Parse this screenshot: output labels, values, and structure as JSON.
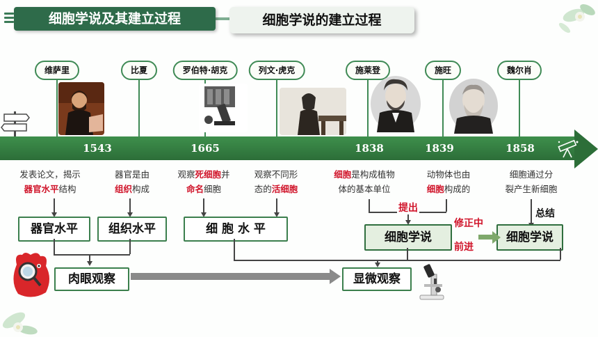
{
  "header": {
    "section_title": "细胞学说及其建立过程",
    "subtitle": "细胞学说的建立过程"
  },
  "scientists": [
    {
      "name": "维萨里",
      "year": "1543"
    },
    {
      "name": "比夏",
      "year": ""
    },
    {
      "name": "罗伯特·胡克",
      "year": "1665"
    },
    {
      "name": "列文·虎克",
      "year": ""
    },
    {
      "name": "施莱登",
      "year": "1838"
    },
    {
      "name": "施旺",
      "year": "1839"
    },
    {
      "name": "魏尔肖",
      "year": "1858"
    }
  ],
  "descriptions": {
    "d1": {
      "line1": "发表论文，揭示",
      "line2_red": "器官水平",
      "line2_rest": "结构"
    },
    "d2": {
      "line1": "器官是由",
      "line2_red": "组织",
      "line2_rest": "构成"
    },
    "d3": {
      "line1_pre": "观察",
      "line1_red": "死细胞",
      "line1_post": "并",
      "line2_red": "命名",
      "line2_rest": "细胞"
    },
    "d4": {
      "line1": "观察不同形",
      "line2_pre": "态的",
      "line2_red": "活细胞"
    },
    "d5": {
      "line1_red": "细胞",
      "line1_rest": "是构成植物",
      "line2": "体的基本单位"
    },
    "d6": {
      "line1": "动物体也由",
      "line2_red": "细胞",
      "line2_rest": "构成的"
    },
    "d7": {
      "line1": "细胞通过分",
      "line2": "裂产生新细胞"
    }
  },
  "levels": {
    "organ": "器官水平",
    "tissue": "组织水平",
    "cell": "细 胞 水 平"
  },
  "theory": {
    "box1": "细胞学说",
    "box2": "细胞学说",
    "propose": "提出",
    "revise_line1": "修正中",
    "revise_line2": "前进",
    "summary": "总结"
  },
  "observation": {
    "naked_eye": "肉眼观察",
    "microscope": "显微观察"
  },
  "colors": {
    "primary_green": "#2e6b4a",
    "timeline_green": "#3e8f4c",
    "highlight_red": "#d0142a"
  }
}
